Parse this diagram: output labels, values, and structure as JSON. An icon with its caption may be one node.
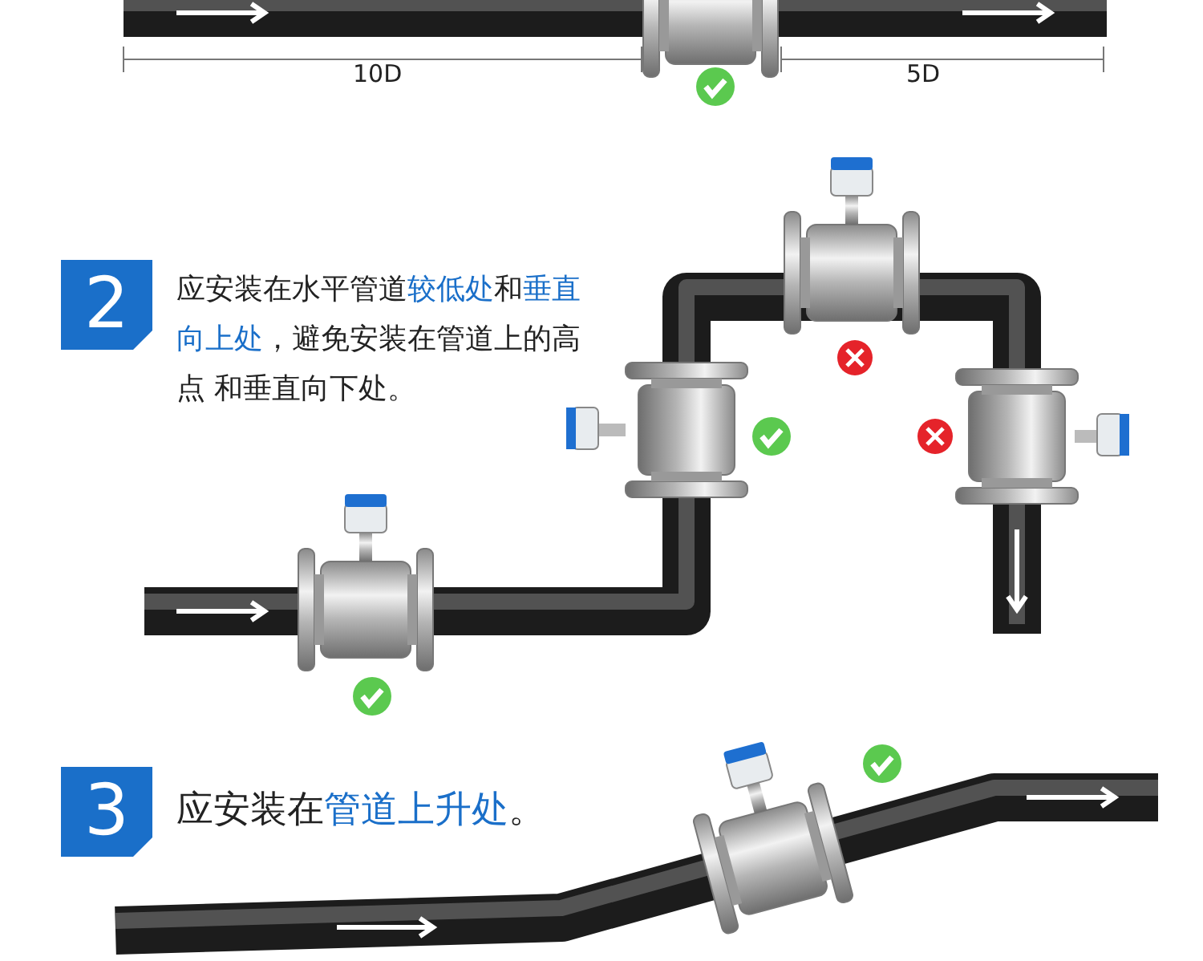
{
  "diagram": {
    "nodes": [
      {
        "text": [
          "2"
        ]
      },
      {
        "text": [
          "3"
        ]
      }
    ],
    "labels": [
      "10D",
      "5D",
      "应安装在水平管道**较低处**和**垂直向上处**，避免安装在管道上的高点 和垂直向下处。",
      "应安装在**管道上升处**。"
    ]
  }
}
